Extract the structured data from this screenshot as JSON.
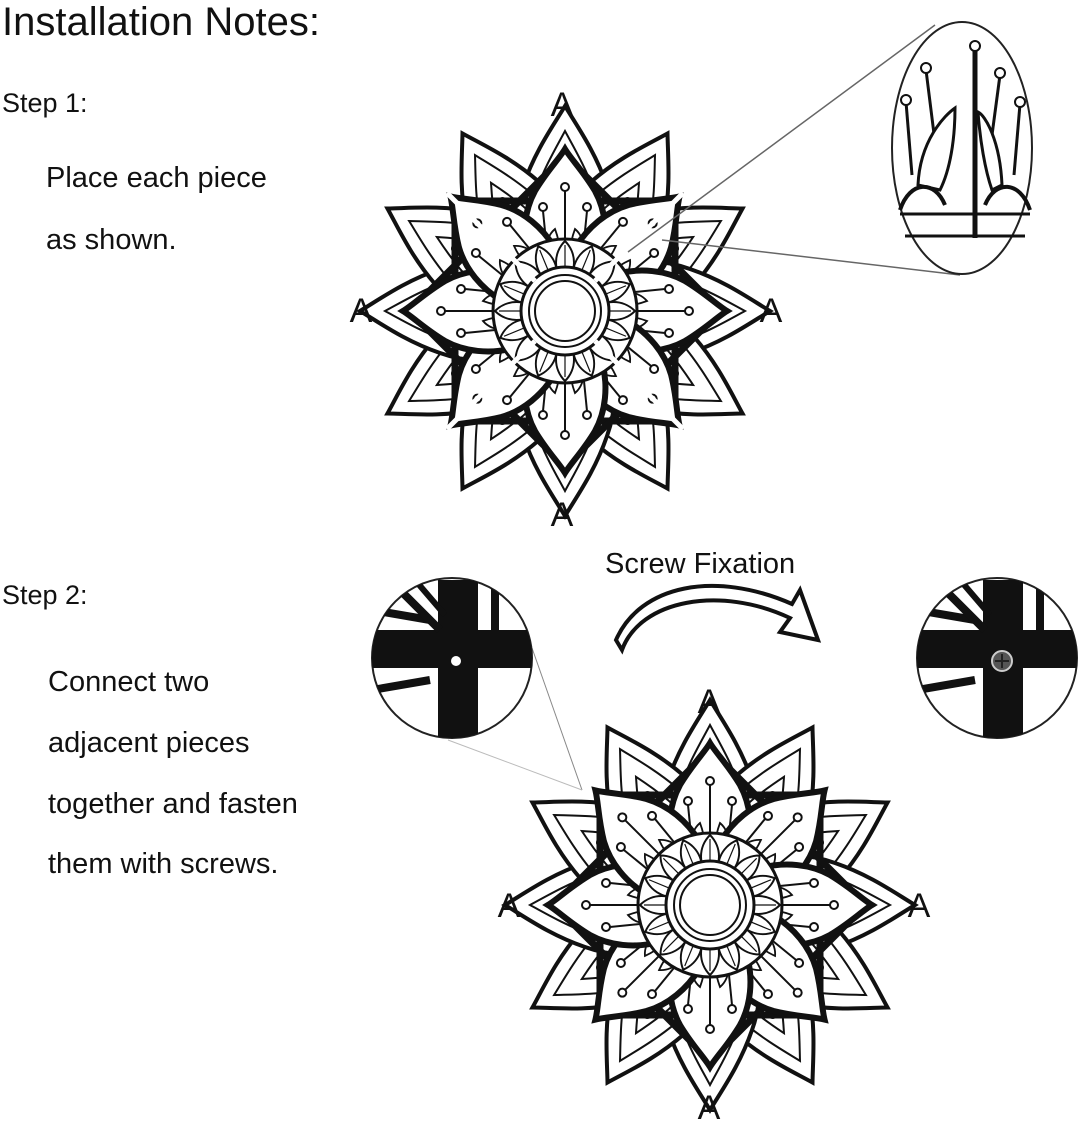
{
  "title": "Installation Notes:",
  "step1": {
    "label": "Step 1:",
    "lines": [
      "Place each piece",
      "as shown."
    ]
  },
  "step2": {
    "label": "Step 2:",
    "lines": [
      "Connect two",
      "adjacent pieces",
      "together and fasten",
      "them with screws."
    ]
  },
  "arrow_label": "Screw Fixation",
  "piece_letter": "A",
  "colors": {
    "ink": "#111111",
    "paper": "#ffffff",
    "screw": "#555555"
  }
}
